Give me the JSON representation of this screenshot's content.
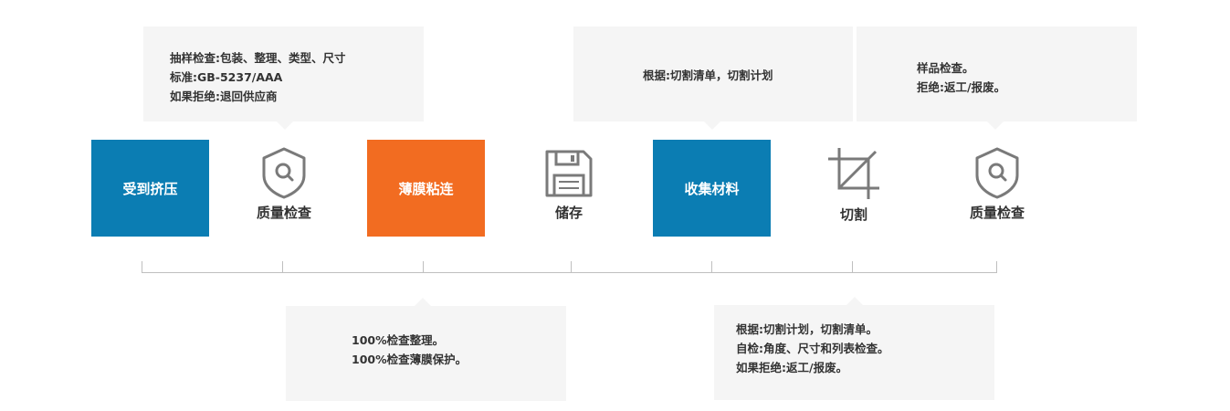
{
  "colors": {
    "blue": "#0b7db3",
    "orange": "#f26c21",
    "callout_bg": "#f5f5f5",
    "icon": "#7a7a7a",
    "axis": "#bfbfbf"
  },
  "callouts": {
    "c1": [
      "抽样检查:包装、整理、类型、尺寸",
      "标准:GB-5237/AAA",
      "如果拒绝:退回供应商"
    ],
    "c2": [
      "根据:切割清单，切割计划"
    ],
    "c3": [
      "样品检查。",
      "拒绝:返工/报废。"
    ],
    "c4": [
      "100%检查整理。",
      "100%检查薄膜保护。"
    ],
    "c5": [
      "根据:切割计划，切割清单。",
      "自检:角度、尺寸和列表检查。",
      "如果拒绝:返工/报废。"
    ]
  },
  "steps": [
    {
      "label": "受到挤压",
      "kind": "box",
      "color": "blue"
    },
    {
      "label": "质量检查",
      "kind": "icon",
      "icon": "shield-search-icon"
    },
    {
      "label": "薄膜粘连",
      "kind": "box",
      "color": "orange"
    },
    {
      "label": "储存",
      "kind": "icon",
      "icon": "floppy-disk-icon"
    },
    {
      "label": "收集材料",
      "kind": "box",
      "color": "blue"
    },
    {
      "label": "切割",
      "kind": "icon",
      "icon": "crop-icon"
    },
    {
      "label": "质量检查",
      "kind": "icon",
      "icon": "shield-search-icon"
    }
  ]
}
